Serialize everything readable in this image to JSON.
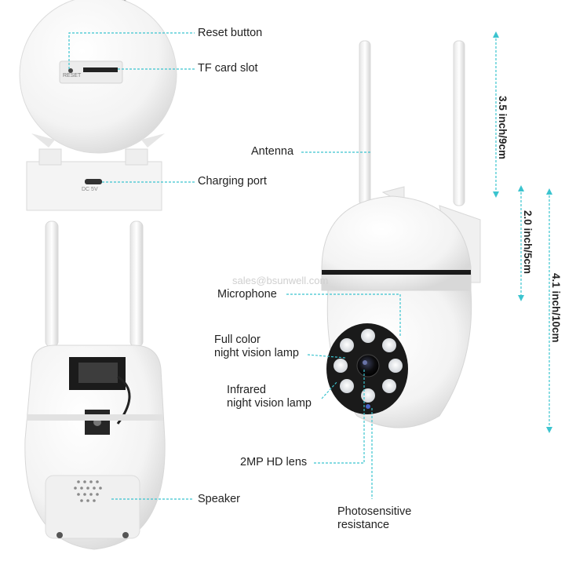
{
  "labels": {
    "reset_button": "Reset button",
    "tf_card_slot": "TF card slot",
    "charging_port": "Charging port",
    "antenna": "Antenna",
    "microphone": "Microphone",
    "full_color_line1": "Full color",
    "full_color_line2": "night vision lamp",
    "infrared_line1": "Infrared",
    "infrared_line2": "night vision lamp",
    "lens": "2MP HD lens",
    "speaker": "Speaker",
    "photosensitive_line1": "Photosensitive",
    "photosensitive_line2": "resistance"
  },
  "dimensions": {
    "antenna_height": "3.5 inch/9cm",
    "head_height": "2.0 inch/5cm",
    "total_height": "4.1 inch/10cm"
  },
  "product_markings": {
    "reset": "RESET",
    "port": "DC 5V"
  },
  "watermark": "sales@bsunwell.com",
  "colors": {
    "leader_line": "#3bc4cf",
    "camera_body": "#f7f7f7",
    "lens_black": "#111111"
  }
}
